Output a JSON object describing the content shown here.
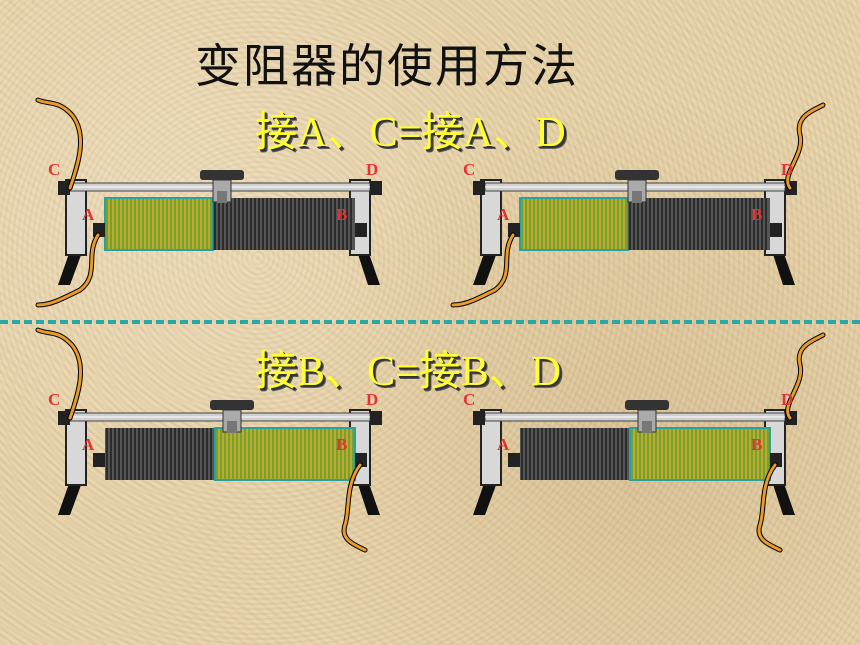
{
  "title": "变阻器的使用方法",
  "row1_caption": "接A、C=接A、D",
  "row2_caption": "接B、C=接B、D",
  "labels": {
    "a": "A",
    "b": "B",
    "c": "C",
    "d": "D"
  },
  "colors": {
    "caption": "#ffff33",
    "terminal_label": "#e33333",
    "divider": "#2aa7a7",
    "wire": "#e89a2a",
    "active_coil": "#c8a62a",
    "coil_stripe": "#3aa53a",
    "inactive_coil": "#555555"
  },
  "panels": [
    {
      "id": "ac",
      "active": "left",
      "top_wire": "C",
      "bottom_wire": "A"
    },
    {
      "id": "ad",
      "active": "left",
      "top_wire": "D",
      "bottom_wire": "A"
    },
    {
      "id": "bc",
      "active": "right",
      "top_wire": "C",
      "bottom_wire": "B"
    },
    {
      "id": "bd",
      "active": "right",
      "top_wire": "D",
      "bottom_wire": "B"
    }
  ]
}
